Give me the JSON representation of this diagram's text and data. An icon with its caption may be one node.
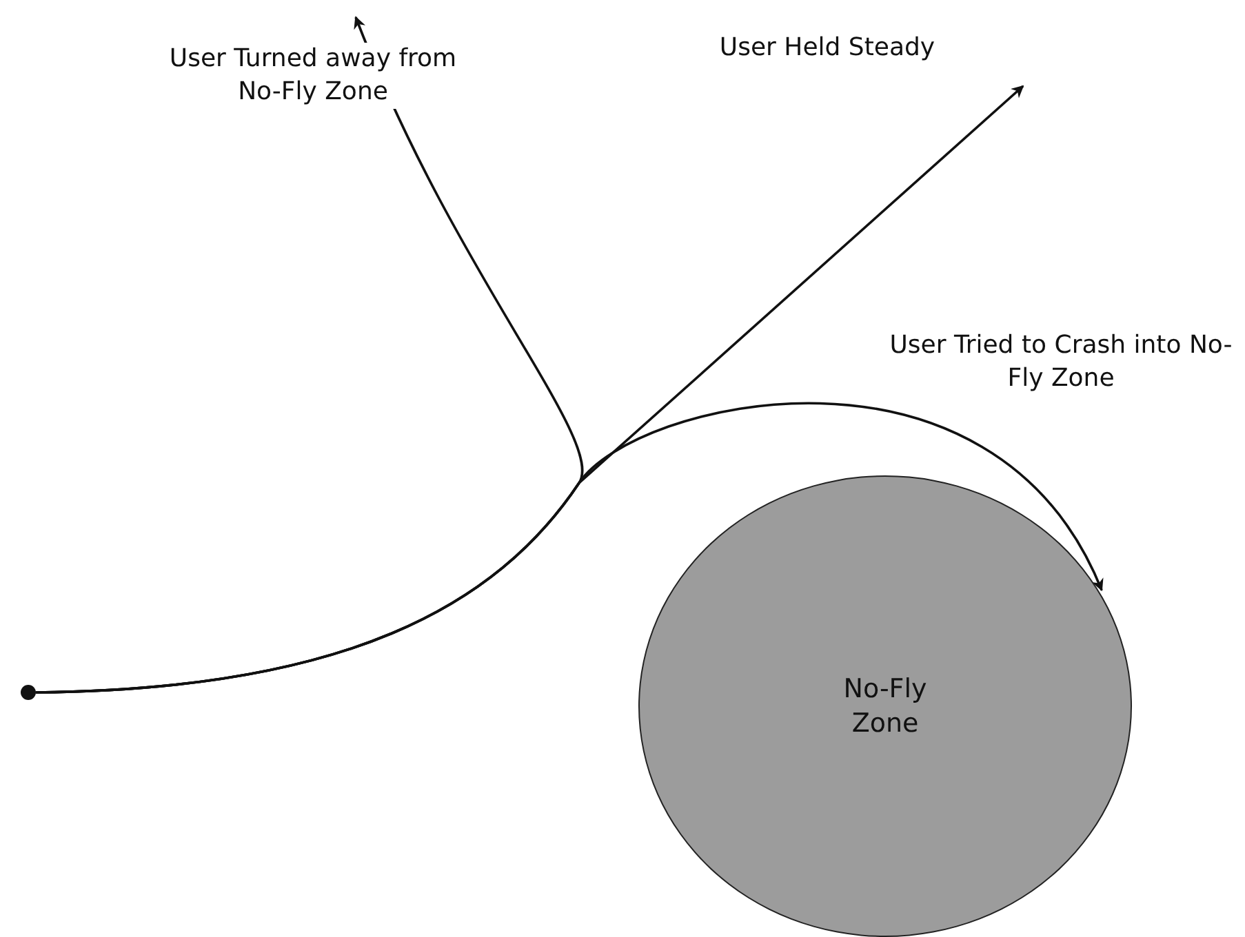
{
  "diagram": {
    "nodes": [
      {
        "text": [],
        "shape": "circle"
      },
      {
        "text": [
          "No-Fly Zone"
        ]
      }
    ],
    "edges": [
      {
        "from": 0,
        "to": null,
        "arrow": "to",
        "label": "User Turned away from No-Fly Zone"
      },
      {
        "from": 0,
        "to": null,
        "arrow": "to",
        "label": "User Held Steady"
      },
      {
        "from": 0,
        "to": 1,
        "arrow": "to",
        "label": "User Tried to Crash into No-Fly Zone"
      }
    ]
  }
}
